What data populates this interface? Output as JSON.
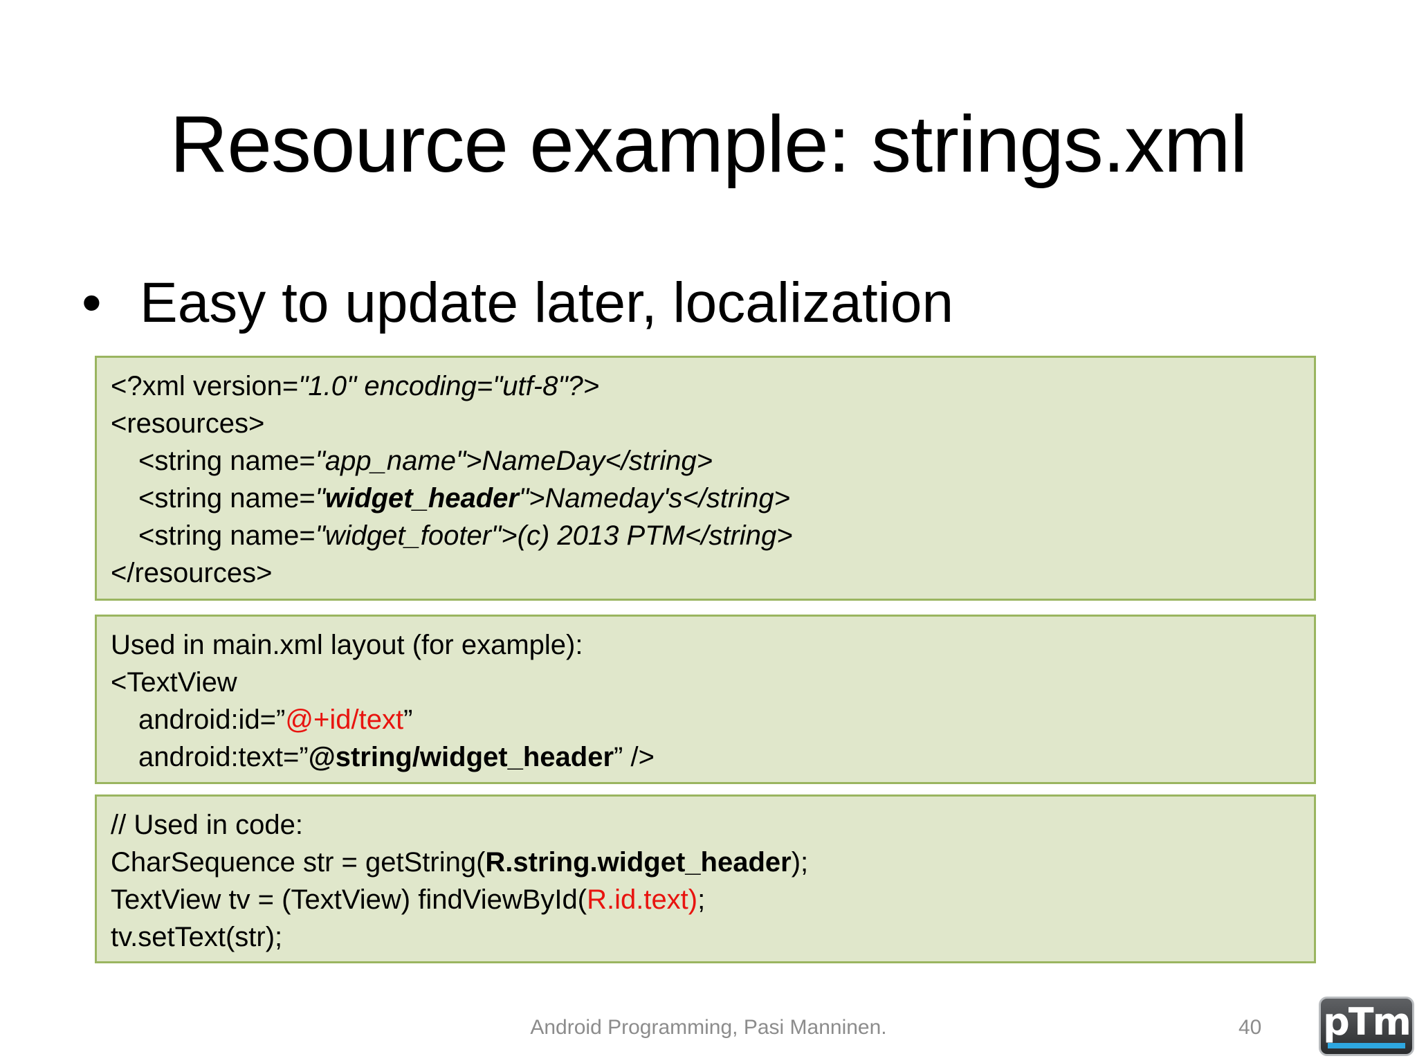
{
  "title": "Resource example: strings.xml",
  "bullet": "Easy to update later, localization",
  "box1": {
    "line1_a": "<?xml version=",
    "line1_b": "\"1.0\" encoding=\"utf-8\"?>",
    "line2": "<resources>",
    "line3_a": "<string name=",
    "line3_b": "\"app_name\">NameDay</string>",
    "line4_a": "<string name=",
    "line4_b": "\"",
    "line4_c": "widget_header",
    "line4_d": "\">Nameday's</string>",
    "line5_a": "<string name=",
    "line5_b": "\"widget_footer\">(c) 2013 PTM</string>",
    "line6": "</resources>"
  },
  "box2": {
    "line1": "Used in main.xml layout (for example):",
    "line2": "<TextView",
    "line3_a": "android:id=”",
    "line3_b": "@+id/text",
    "line3_c": "”",
    "line4_a": "android:text=”",
    "line4_b": "@string/widget_header",
    "line4_c": "” />"
  },
  "box3": {
    "line1": "// Used in code:",
    "line2_a": "CharSequence str = getString(",
    "line2_b": "R.string.widget_header",
    "line2_c": ");",
    "line3_a": "TextView tv = (TextView) findViewById(",
    "line3_b": "R.id.text)",
    "line3_c": ";",
    "line4": "tv.setText(str);"
  },
  "footer": "Android Programming, Pasi Manninen.",
  "page_number": "40",
  "logo_text": "pTm"
}
